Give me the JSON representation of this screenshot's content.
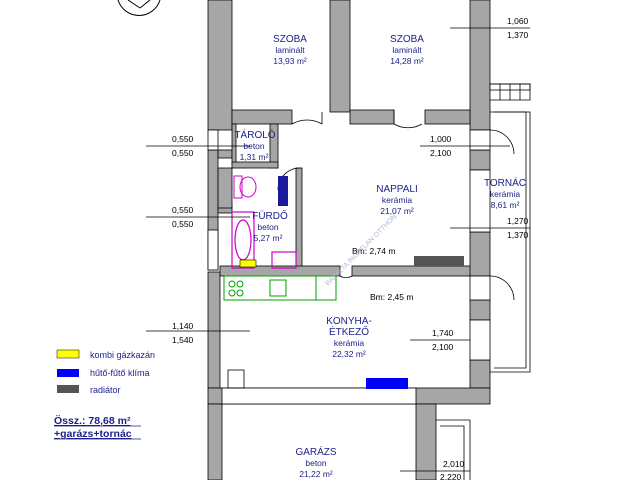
{
  "rooms": [
    {
      "name": "SZOBA",
      "material": "laminált",
      "area": "13,93 m²"
    },
    {
      "name": "SZOBA",
      "material": "laminált",
      "area": "14,28 m²"
    },
    {
      "name": "TÁROLÓ",
      "material": "beton",
      "area": "1,31 m²"
    },
    {
      "name": "NAPPALI",
      "material": "kerámia",
      "area": "21,07 m²"
    },
    {
      "name": "TORNÁC",
      "material": "kerámia",
      "area": "8,61 m²"
    },
    {
      "name": "FÜRDŐ",
      "material": "beton",
      "area": "5,27 m²"
    },
    {
      "name": "KONYHA-",
      "name2": "ÉTKEZŐ",
      "material": "kerámia",
      "area": "22,32 m²"
    },
    {
      "name": "GARÁZS",
      "material": "beton",
      "area": "21,22 m²"
    }
  ],
  "heights": {
    "nappali": "Bm: 2,74 m",
    "konyha": "Bm: 2,45 m"
  },
  "dimensions": {
    "right": [
      {
        "top": "1,060",
        "bottom": "1,370"
      },
      {
        "top": "1,000",
        "bottom": "2,100"
      },
      {
        "top": "1,270",
        "bottom": "1,370"
      },
      {
        "top": "1,740",
        "bottom": "2,100"
      },
      {
        "top": "2,010",
        "bottom": "2,220"
      }
    ],
    "left": [
      {
        "top": "0,550",
        "bottom": "0,550"
      },
      {
        "top": "0,550",
        "bottom": "0,550"
      },
      {
        "top": "1,140",
        "bottom": "1,540"
      }
    ]
  },
  "legend": [
    {
      "label": "kombi gázkazán",
      "color": "#ffff00"
    },
    {
      "label": "hűtő-fűtő klíma",
      "color": "#0000ff"
    },
    {
      "label": "radiátor",
      "color": "#555555"
    }
  ],
  "totals": {
    "line1": "Össz.: 78,68 m²",
    "line2": "+garázs+tornác"
  },
  "colors": {
    "wall": "#a6a6a6",
    "wall_stroke": "#000000",
    "label": "#1b1f8a",
    "fixture": "#cc00cc",
    "kitchen": "#00a000"
  }
}
